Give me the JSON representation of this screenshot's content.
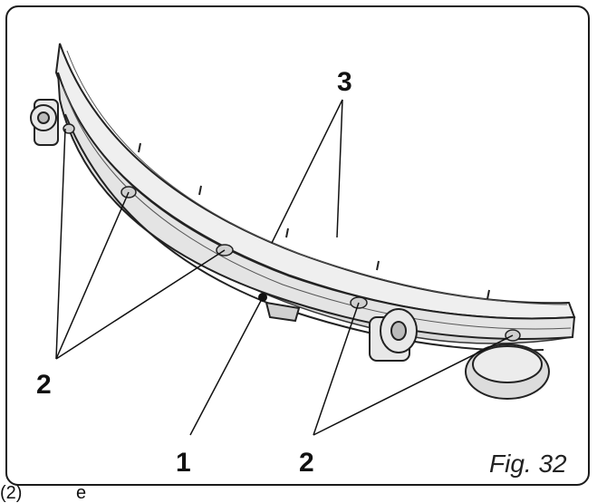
{
  "figure": {
    "caption": "Fig. 32",
    "callouts": {
      "label_3": "3",
      "label_2_left": "2",
      "label_1": "1",
      "label_2_bottom": "2"
    }
  },
  "footer": {
    "section_number": "(2)",
    "fragment": "e"
  }
}
